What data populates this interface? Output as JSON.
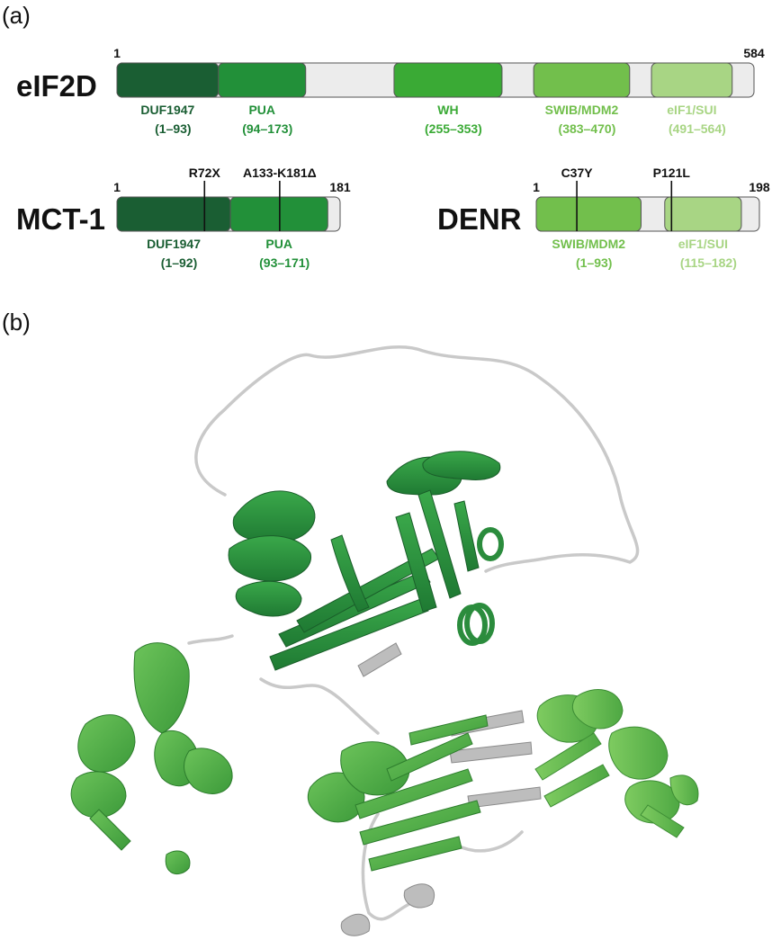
{
  "panel_a_label": "(a)",
  "panel_b_label": "(b)",
  "colors": {
    "backbone": "#ececec",
    "outline": "#555555",
    "DUF1947": "#1a5e33",
    "PUA": "#229039",
    "WH": "#3aaa35",
    "SWIB/MDM2": "#72bf4c",
    "eIF1/SUI": "#a8d584",
    "loop": "#d6d6d6"
  },
  "proteins": [
    {
      "name": "eIF2D",
      "start_label": "1",
      "end_label": "584",
      "length": 584,
      "domains": [
        {
          "key": "DUF1947",
          "name": "DUF1947",
          "range_label": "(1–93)",
          "start": 1,
          "end": 93
        },
        {
          "key": "PUA",
          "name": "PUA",
          "range_label": "(94–173)",
          "start": 94,
          "end": 173
        },
        {
          "key": "WH",
          "name": "WH",
          "range_label": "(255–353)",
          "start": 255,
          "end": 353
        },
        {
          "key": "SWIB/MDM2",
          "name": "SWIB/MDM2",
          "range_label": "(383–470)",
          "start": 383,
          "end": 470
        },
        {
          "key": "eIF1/SUI",
          "name": "eIF1/SUI",
          "range_label": "(491–564)",
          "start": 491,
          "end": 564
        }
      ],
      "mutations": []
    },
    {
      "name": "MCT-1",
      "start_label": "1",
      "end_label": "181",
      "length": 181,
      "domains": [
        {
          "key": "DUF1947",
          "name": "DUF1947",
          "range_label": "(1–92)",
          "start": 1,
          "end": 92
        },
        {
          "key": "PUA",
          "name": "PUA",
          "range_label": "(93–171)",
          "start": 93,
          "end": 171
        }
      ],
      "mutations": [
        {
          "label": "R72X",
          "position": 72
        },
        {
          "label": "A133-K181Δ",
          "position": 133
        }
      ]
    },
    {
      "name": "DENR",
      "start_label": "1",
      "end_label": "198",
      "length": 198,
      "domains": [
        {
          "key": "SWIB/MDM2",
          "name": "SWIB/MDM2",
          "range_label": "(1–93)",
          "start": 1,
          "end": 93
        },
        {
          "key": "eIF1/SUI",
          "name": "eIF1/SUI",
          "range_label": "(115–182)",
          "start": 115,
          "end": 182
        }
      ],
      "mutations": [
        {
          "label": "C37Y",
          "position": 37
        },
        {
          "label": "P121L",
          "position": 121
        }
      ]
    }
  ]
}
